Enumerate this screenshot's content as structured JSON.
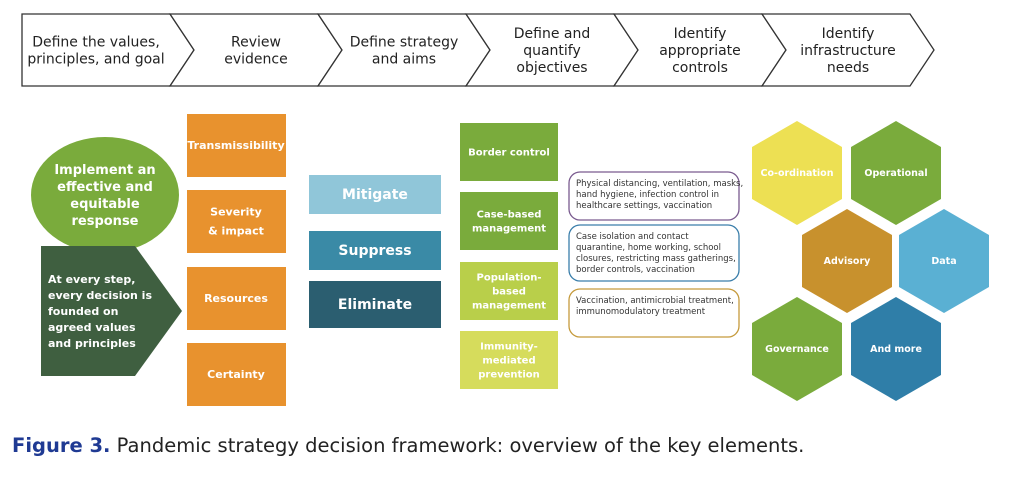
{
  "colors": {
    "orange": "#e8922e",
    "green": "#7aab3c",
    "dark_green": "#3f5f40",
    "blue_light": "#90c6d9",
    "blue_mid": "#3a8aa6",
    "blue_dark": "#2b5e70",
    "lime": "#d6dc5c",
    "yellow": "#ede053",
    "gold": "#c8912d",
    "sky": "#5ab0d3",
    "ocean": "#2f7ea8"
  },
  "steps": [
    {
      "lines": [
        "Define the values,",
        "principles, and goal"
      ]
    },
    {
      "lines": [
        "Review",
        "evidence"
      ]
    },
    {
      "lines": [
        "Define strategy",
        "and aims"
      ]
    },
    {
      "lines": [
        "Define and",
        "quantify",
        "objectives"
      ]
    },
    {
      "lines": [
        "Identify",
        "appropriate",
        "controls"
      ]
    },
    {
      "lines": [
        "Identify",
        "infrastructure",
        "needs"
      ]
    }
  ],
  "goal": {
    "lines": [
      "Implement an",
      "effective and",
      "equitable",
      "response"
    ]
  },
  "principle": {
    "lines": [
      "At every step,",
      "every decision is",
      "founded on",
      "agreed values",
      "and principles"
    ]
  },
  "evidence": [
    {
      "lines": [
        "Transmissibility"
      ]
    },
    {
      "lines": [
        "Severity",
        "& impact"
      ]
    },
    {
      "lines": [
        "Resources"
      ]
    },
    {
      "lines": [
        "Certainty"
      ]
    }
  ],
  "strategies": [
    {
      "label": "Mitigate"
    },
    {
      "label": "Suppress"
    },
    {
      "label": "Eliminate"
    }
  ],
  "objectives": [
    {
      "lines": [
        "Border control"
      ]
    },
    {
      "lines": [
        "Case-based",
        "management"
      ]
    },
    {
      "lines": [
        "Population-",
        "based",
        "management"
      ]
    },
    {
      "lines": [
        "Immunity-",
        "mediated",
        "prevention"
      ]
    }
  ],
  "controls": [
    {
      "lines": [
        "Physical distancing, ventilation, masks,",
        "hand hygiene, infection control in",
        "healthcare settings, vaccination"
      ]
    },
    {
      "lines": [
        "Case isolation and contact",
        "quarantine, home working, school",
        "closures, restricting mass gatherings,",
        "border controls, vaccination"
      ]
    },
    {
      "lines": [
        "Vaccination, antimicrobial treatment,",
        "immunomodulatory treatment"
      ]
    }
  ],
  "infrastructure": [
    {
      "label": "Co-ordination"
    },
    {
      "label": "Operational"
    },
    {
      "label": "Advisory"
    },
    {
      "label": "Data"
    },
    {
      "label": "Governance"
    },
    {
      "label": "And more"
    }
  ],
  "caption": {
    "label": "Figure 3.",
    "text": " Pandemic strategy decision framework: overview of the key elements."
  }
}
